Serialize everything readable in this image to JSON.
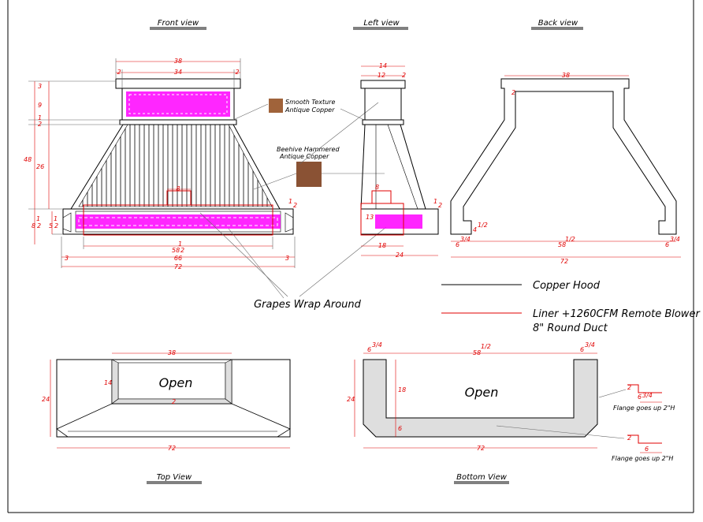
{
  "views": {
    "front": "Front view",
    "left": "Left view",
    "back": "Back view",
    "top": "Top View",
    "bottom": "Bottom View"
  },
  "materials": {
    "smooth_line1": "Smooth Texture",
    "smooth_line2": "Antique Copper",
    "beehive_line1": "Beehive Hammered",
    "beehive_line2": "Antique Copper",
    "swatch_smooth_color": "#a0633a",
    "swatch_beehive_color": "#8a5234"
  },
  "callouts": {
    "grapes": "Grapes Wrap Around"
  },
  "legend": {
    "hood": "Copper Hood",
    "liner_line1": "Liner +1260CFM Remote Blower",
    "liner_line2": "8\" Round Duct"
  },
  "labels": {
    "open_top": "Open",
    "open_bottom": "Open",
    "flange_1": "Flange goes up 2\"H",
    "flange_2": "Flange goes up 2\"H"
  },
  "colors": {
    "dimension": "#e00000",
    "grapes": "#ff00ff",
    "line": "#000000",
    "shade": "#dedede"
  },
  "dims": {
    "front": {
      "top_width": "38",
      "left_inset": "2",
      "inner": "34",
      "right_inset": "2",
      "h_3": "3",
      "h_9": "9",
      "h_half_n": "1",
      "h_half_d": "2",
      "total": "48",
      "body": "26",
      "lower_n": "1",
      "lower_d": "2",
      "lower_w": "8",
      "band_n": "1",
      "band_d": "2",
      "band_w": "5",
      "duct": "8",
      "right_n": "1",
      "right_d": "2",
      "liner_w": "58",
      "liner_n": "1",
      "liner_d": "2",
      "side_l": "3",
      "inner_w": "66",
      "side_r": "3",
      "overall": "72"
    },
    "left": {
      "top": "14",
      "a": "12",
      "b": "2",
      "duct": "8",
      "h13": "13",
      "r_n": "1",
      "r_d": "2",
      "liner": "18",
      "depth": "24"
    },
    "back": {
      "top": "38",
      "t2": "2",
      "l_w": "6",
      "l_f": "3/4",
      "liner": "58",
      "liner_f": "1/2",
      "r_w": "6",
      "r_f": "3/4",
      "overall": "72",
      "foot": "4",
      "foot_f": "1/2"
    },
    "topv": {
      "w38": "38",
      "d24": "24",
      "h14": "14",
      "d2": "2",
      "w72": "72"
    },
    "bottomv": {
      "l": "6",
      "l_f": "3/4",
      "mid": "58",
      "mid_f": "1/2",
      "r": "6",
      "r_f": "3/4",
      "d24": "24",
      "d18": "18",
      "d6": "6",
      "w72": "72",
      "f1a": "2",
      "f1b": "6",
      "f1c": "3/4",
      "f2a": "2",
      "f2b": "6"
    }
  }
}
